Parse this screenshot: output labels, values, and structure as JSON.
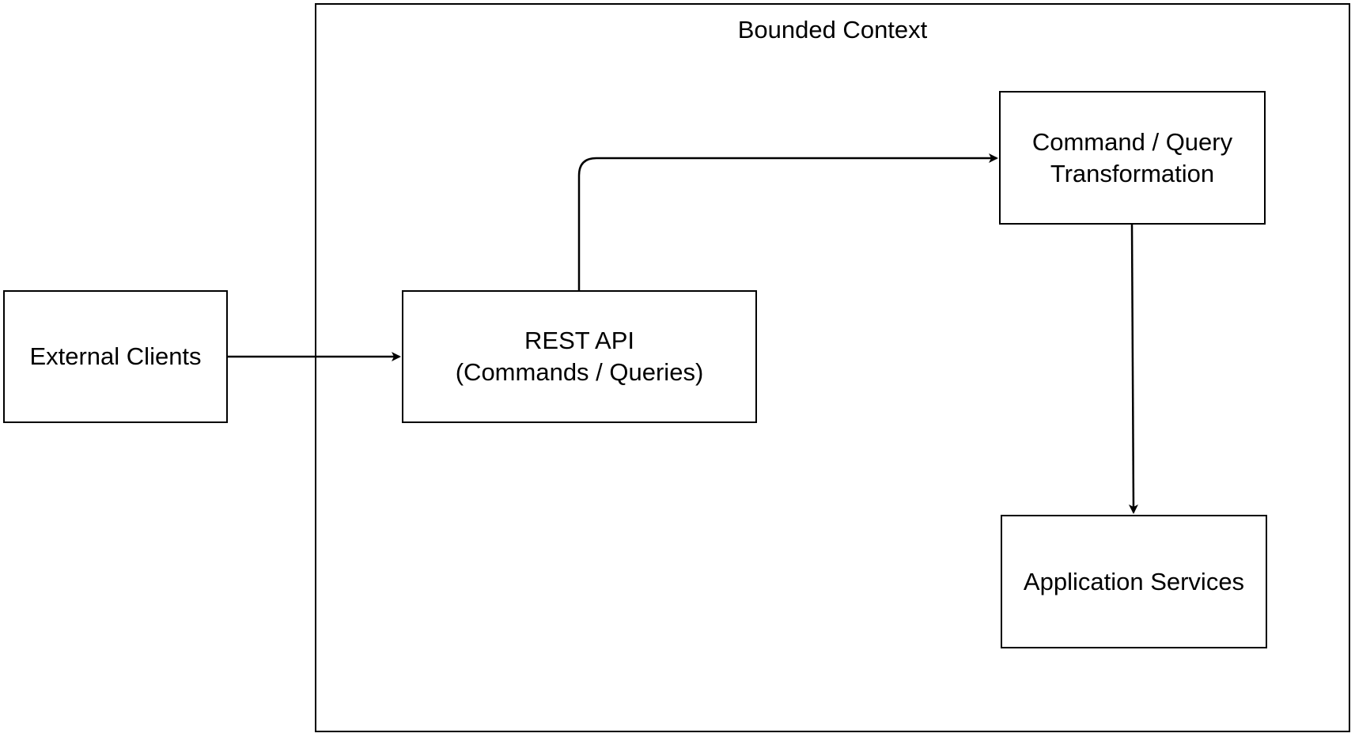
{
  "bounded_context": {
    "title": "Bounded Context"
  },
  "nodes": {
    "external_clients": {
      "label": "External Clients"
    },
    "rest_api": {
      "line1": "REST API",
      "line2": "(Commands / Queries)"
    },
    "command_query": {
      "line1": "Command / Query",
      "line2": "Transformation"
    },
    "app_services": {
      "label": "Application Services"
    }
  },
  "edges": [
    {
      "from": "External Clients",
      "to": "REST API"
    },
    {
      "from": "REST API",
      "to": "Command / Query Transformation"
    },
    {
      "from": "Command / Query Transformation",
      "to": "Application Services"
    }
  ]
}
